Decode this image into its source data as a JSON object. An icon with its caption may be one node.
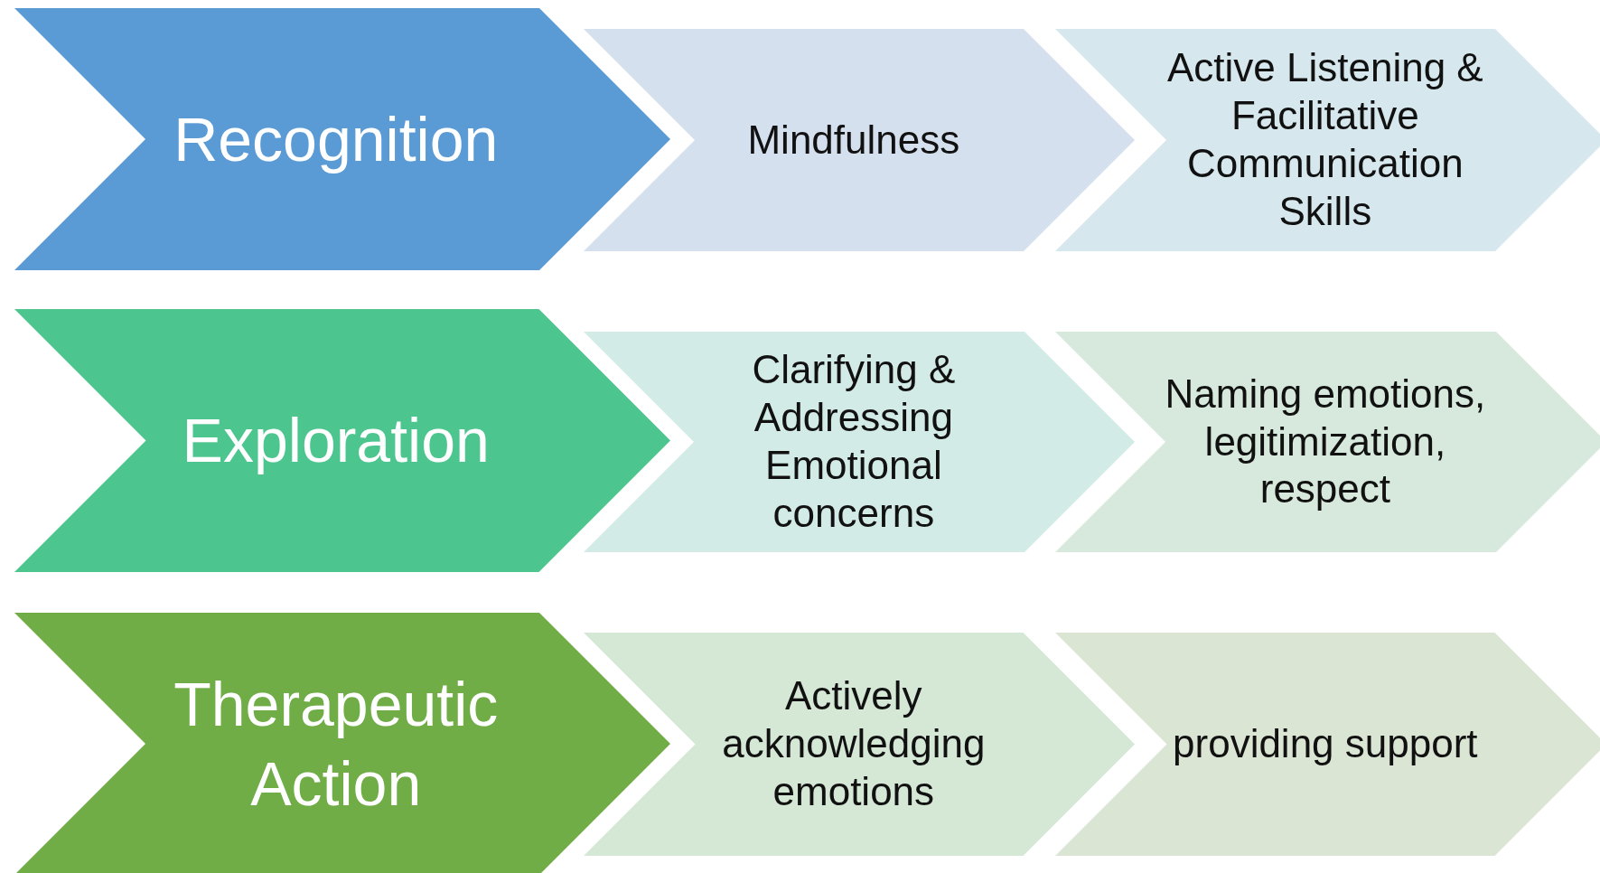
{
  "diagram": {
    "nodes": [
      {
        "text": [
          "Recognition"
        ]
      },
      {
        "text": [
          "Mindfulness"
        ]
      },
      {
        "text": [
          "Active Listening & Facilitative Communication Skills"
        ]
      },
      {
        "text": [
          "Exploration"
        ]
      },
      {
        "text": [
          "Clarifying & Addressing Emotional concerns"
        ]
      },
      {
        "text": [
          "Naming emotions, legitimization, respect"
        ]
      },
      {
        "text": [
          "Therapeutic Action"
        ]
      },
      {
        "text": [
          "Actively acknowledging emotions"
        ]
      },
      {
        "text": [
          "providing support"
        ]
      }
    ]
  }
}
